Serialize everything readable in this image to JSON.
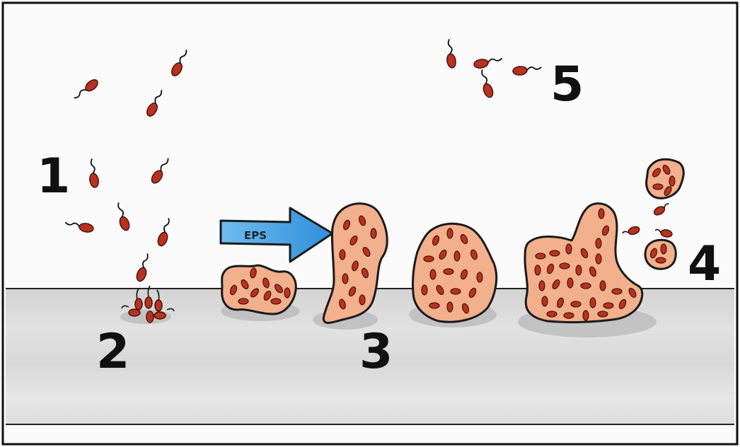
{
  "diagram": {
    "stages": [
      {
        "id": "1",
        "label": "1"
      },
      {
        "id": "2",
        "label": "2"
      },
      {
        "id": "3",
        "label": "3"
      },
      {
        "id": "4",
        "label": "4"
      },
      {
        "id": "5",
        "label": "5"
      }
    ],
    "arrow_label": "EPS"
  },
  "colors": {
    "frame": "#111111",
    "surface": "#dcdcdc",
    "surface_shadow": "#bdbdbd",
    "cell": "#b8321f",
    "cell_outline": "#4a120c",
    "biofilm": "#f2b08c",
    "biofilm_outline": "#1a1a1a",
    "arrow": "#4da6e6",
    "arrow_outline": "#1a1a1a"
  }
}
